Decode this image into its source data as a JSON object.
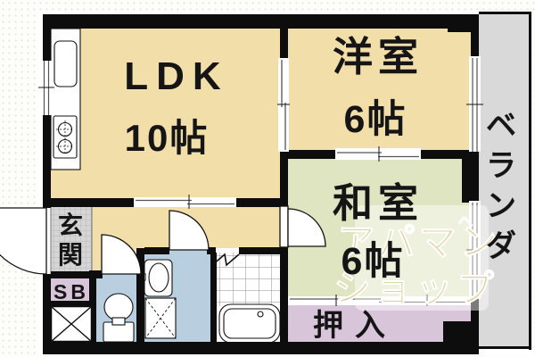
{
  "rooms": {
    "ldk": {
      "label": "LDK",
      "size": "10帖"
    },
    "youshitsu": {
      "label": "洋室",
      "size": "6帖"
    },
    "washitsu": {
      "label": "和室",
      "size": "6帖"
    },
    "oshiire": {
      "label": "押入"
    },
    "veranda": {
      "label": "ベランダ"
    },
    "genkan": {
      "label": "玄関"
    },
    "shoebox": {
      "label": "SB"
    }
  },
  "watermark": {
    "line1": "アパマン",
    "line2": "ショップ",
    "accent": "へ"
  },
  "colors": {
    "wall_black": "#0d0d0d",
    "room_beige": "#f1dea9",
    "tatami_green": "#dfe5c1",
    "closet_purple": "#d9c5d9",
    "wet_area_blue": "#b9cfdf",
    "veranda_gray": "#d9d9d9",
    "genkan_tile_gray": "#d5d5d5"
  },
  "fixtures": {
    "kitchen_sink": "sink-icon",
    "stove": "two-burner-stove-icon",
    "toilet": "toilet-icon",
    "washbasin": "washbasin-icon",
    "washer_pan": "washing-machine-pan-icon",
    "bathtub": "bathtub-icon",
    "pipe_space": "pipe-space-x-icon"
  }
}
